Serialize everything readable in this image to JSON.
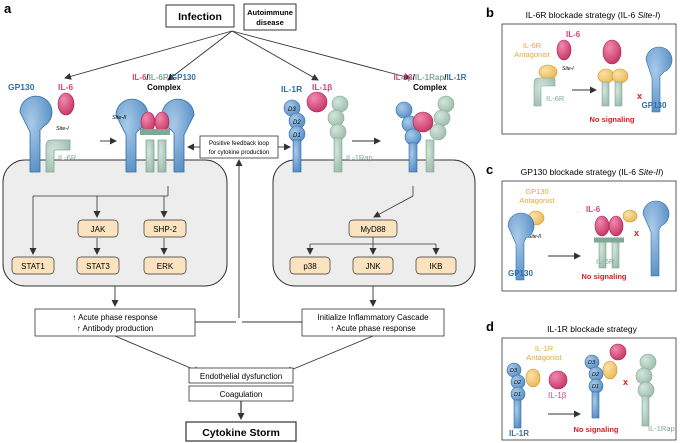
{
  "panel_a": {
    "letter": "a",
    "infection": "Infection",
    "autoimmune_line1": "Autoimmune",
    "autoimmune_line2": "disease",
    "gp130": "GP130",
    "il6": "IL-6",
    "site1": "Site-I",
    "site2": "Site-II",
    "il6r": "IL-6R",
    "complex_il6_a": "IL-6",
    "complex_sep1": "/",
    "complex_il6_b": "IL-6R",
    "complex_sep2": "/",
    "complex_il6_c": "GP130",
    "complex_word": "Complex",
    "il1r": "IL-1R",
    "il1b": "IL-1β",
    "d3": "D3",
    "d2": "D2",
    "d1": "D1",
    "il1rap": "IL-1Rap",
    "complex_il1_a": "IL-1β",
    "complex_il1_b": "IL-1Rap",
    "complex_il1_c": "IL-1R",
    "feedback_line1": "Positive feedback loop",
    "feedback_line2": "for cytokine production",
    "jak": "JAK",
    "shp2": "SHP-2",
    "stat1": "STAT1",
    "stat3": "STAT3",
    "erk": "ERK",
    "myd88": "MyD88",
    "p38": "p38",
    "jnk": "JNK",
    "ikb": "IKB",
    "left_out_1": "↑ Acute phase response",
    "left_out_2": "↑ Antibody production",
    "right_out_1": "Initialize Inflammatory Cascade",
    "right_out_2": "↑ Acute phase response",
    "endothelial": "Endothelial dysfunction",
    "coagulation": "Coagulation",
    "storm": "Cytokine Storm"
  },
  "panel_b": {
    "letter": "b",
    "title_main": "IL-6R blockade strategy (IL-6 ",
    "title_em": "Site-I",
    "title_end": ")",
    "il6": "IL-6",
    "antagonist_line1": "IL-6R",
    "antagonist_line2": "Antagonist",
    "site1": "Site-I",
    "il6r": "IL-6R",
    "x": "x",
    "gp130": "GP130",
    "no_signal": "No signaling"
  },
  "panel_c": {
    "letter": "c",
    "title_main": "GP130 blockade strategy (IL-6 ",
    "title_em": "Site-II",
    "title_end": ")",
    "antagonist_line1": "GP130",
    "antagonist_line2": "Antagonist",
    "site2": "Site-II",
    "gp130": "GP130",
    "il6": "IL-6",
    "x": "x",
    "il6r": "IL-6R",
    "no_signal": "No signaling"
  },
  "panel_d": {
    "letter": "d",
    "title": "IL-1R blockade strategy",
    "antagonist_line1": "IL-1R",
    "antagonist_line2": "Antagonist",
    "d3": "D3",
    "d2": "D2",
    "d1": "D1",
    "il1b": "IL-1β",
    "il1r": "IL-1R",
    "x": "x",
    "il1rap": "IL-1Rap",
    "no_signal": "No signaling"
  },
  "colors": {
    "blue": "#5b93c9",
    "blue_dark": "#2f6fa8",
    "pink": "#d8437a",
    "green": "#a7c3b4",
    "green_text": "#7fa896",
    "yellow": "#f2c66d",
    "orange_text": "#e0a93a",
    "red_text": "#d42020",
    "cell_fill": "#ededed",
    "node_fill": "#fbe3bf",
    "box_stroke": "#444444"
  }
}
